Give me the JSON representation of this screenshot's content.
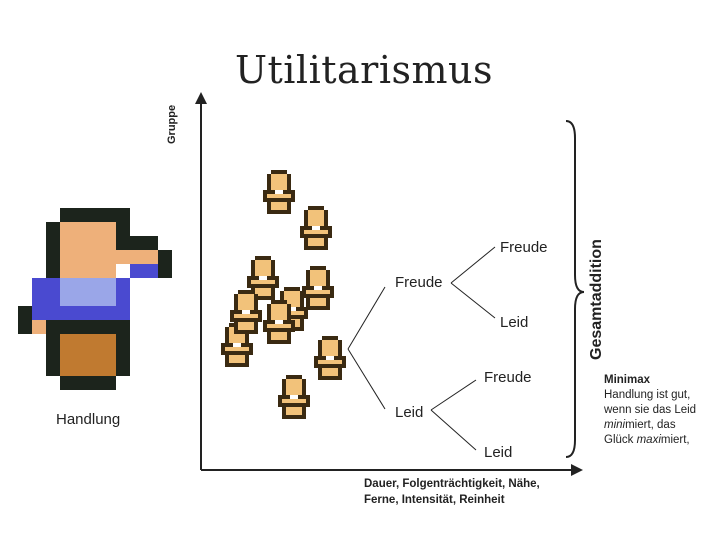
{
  "title": "Utilitarismus",
  "y_axis_label": "Gruppe",
  "x_axis_label_line1": "Dauer, Folgenträchtigkeit, Nähe,",
  "x_axis_label_line2": "Ferne, Intensität, Reinheit",
  "actor_label": "Handlung",
  "brace_label": "Gesamtaddition",
  "tree": {
    "upper_branch": "Freude",
    "upper_upper": "Freude",
    "upper_lower": "Leid",
    "lower_branch": "Leid",
    "lower_upper": "Freude",
    "lower_lower": "Leid"
  },
  "minimax": {
    "heading": "Minimax",
    "line1": "Handlung ist gut,",
    "line2": "wenn sie das Leid",
    "line3_a": "mini",
    "line3_b": "miert, das",
    "line4_a": "Glück ",
    "line4_b": "maxi",
    "line4_c": "miert,"
  },
  "group_figure_count": 10,
  "colors": {
    "axis": "#222222",
    "skin": "#f2c27a",
    "outline": "#3a2a12",
    "shirt": "#4a4ad0",
    "shirt_light": "#9aa6e8",
    "pants": "#c07a30",
    "hair": "#1c241c",
    "face": "#eeb07a"
  }
}
